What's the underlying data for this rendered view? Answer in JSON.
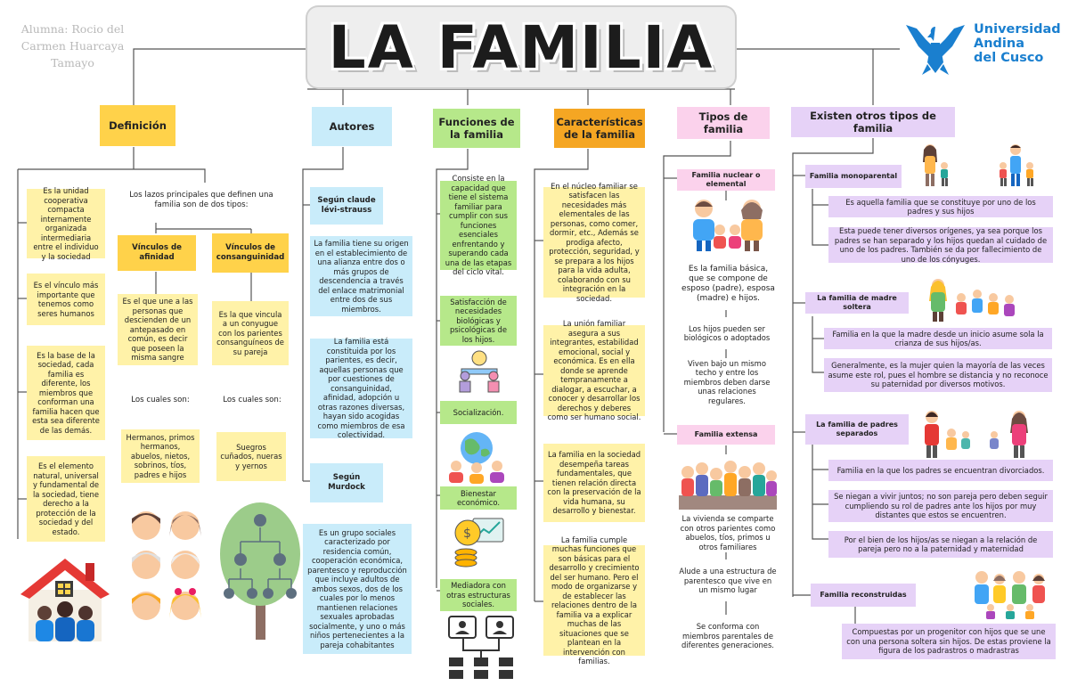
{
  "title": "LA FAMILIA",
  "author": "Alumna: Rocio del Carmen Huarcaya Tamayo",
  "university": {
    "line1": "Universidad",
    "line2": "Andina",
    "line3": "del Cusco",
    "color": "#1a7fcf"
  },
  "definicion": {
    "header": "Definición",
    "items": [
      "Es la unidad cooperativa compacta internamente organizada intermediaria entre el individuo y la sociedad",
      "Es el vínculo más importante que tenemos como seres humanos",
      "Es la base de la sociedad, cada familia es diferente, los miembros que conforman una familia hacen que esta sea diferente de las demás.",
      "Es el elemento natural, universal y fundamental de la sociedad, tiene derecho a la protección de la sociedad y del estado."
    ],
    "lazos_intro": "Los lazos principales que definen una familia son de dos tipos:",
    "afinidad": {
      "title": "Vínculos de afinidad",
      "desc": "Es el que une a las personas que descienden de un antepasado en común, es decir que poseen la misma sangre",
      "cuales": "Los cuales son:",
      "list": "Hermanos, primos hermanos, abuelos, nietos, sobrinos, tíos, padres e hijos"
    },
    "consanguinidad": {
      "title": "Vínculos de consanguinidad",
      "desc": "Es la que vincula a un conyugue con los parientes consanguíneos de su pareja",
      "cuales": "Los cuales son:",
      "list": "Suegros cuñados, nueras y yernos"
    }
  },
  "autores": {
    "header": "Autores",
    "levi": {
      "name": "Según claude lévi-strauss",
      "p1": "La familia tiene su origen en el establecimiento de una alianza entre dos o más grupos de descendencia a través del enlace matrimonial entre dos de sus miembros.",
      "p2": "La familia está constituida por los parientes, es decir, aquellas personas que por cuestiones de consanguinidad, afinidad, adopción u otras razones diversas, hayan sido acogidas como miembros de esa colectividad."
    },
    "murdock": {
      "name": "Según Murdock",
      "p1": "Es un grupo sociales caracterizado por residencia común, cooperación económica, parentesco y reproducción que incluye adultos de ambos sexos, dos de los cuales por lo menos mantienen relaciones sexuales aprobadas socialmente, y uno o más niños pertenecientes a la pareja cohabitantes"
    }
  },
  "funciones": {
    "header": "Funciones de la familia",
    "items": [
      "Consiste en la capacidad que tiene el sistema familiar para cumplir con sus funciones esenciales enfrentando y superando cada una de las etapas del ciclo vital.",
      "Satisfacción de necesidades biológicas y psicológicas de los hijos.",
      "Socialización.",
      "Bienestar económico.",
      "Mediadora con otras estructuras sociales."
    ]
  },
  "caracteristicas": {
    "header": "Características de la familia",
    "items": [
      "En el núcleo familiar se satisfacen las necesidades más elementales de las personas, como comer, dormir, etc., Además se prodiga afecto, protección, seguridad, y se prepara a los hijos para la vida adulta, colaborando con su integración en la sociedad.",
      "La unión familiar asegura a sus integrantes, estabilidad emocional, social y económica. Es en ella donde se aprende tempranamente a dialogar, a escuchar, a conocer y desarrollar los derechos y deberes como ser humano social.",
      "La familia en la sociedad desempeña tareas fundamentales, que tienen relación directa con la preservación de la vida humana, su desarrollo y bienestar.",
      "La familia cumple muchas funciones que son básicas para el desarrollo y crecimiento del ser humano. Pero el modo de organizarse y de establecer las relaciones dentro de la familia va a explicar muchas de las situaciones que se plantean en la intervención con familias."
    ]
  },
  "tipos": {
    "header": "Tipos  de familia",
    "nuclear": {
      "title": "Familia nuclear o elemental",
      "items": [
        "Es la familia básica, que se compone de esposo (padre), esposa (madre) e hijos.",
        "Los hijos pueden ser biológicos o adoptados",
        "Viven bajo un mismo techo y entre los miembros deben darse unas relaciones regulares."
      ]
    },
    "extensa": {
      "title": "Familia extensa",
      "items": [
        "La vivienda se comparte con otros parientes como abuelos, tíos, primos u otros familiares",
        "Alude a una estructura de parentesco que vive en un mismo lugar",
        "Se conforma con miembros parentales de diferentes generaciones."
      ]
    }
  },
  "otros": {
    "header": "Existen otros tipos de familia",
    "monoparental": {
      "title": "Familia monoparental",
      "items": [
        "Es aquella familia que se constituye por uno de los padres y sus hijos",
        "Esta puede tener diversos orígenes, ya sea porque los padres se han separado y los hijos quedan al cuidado de uno de los padres. También se da por fallecimiento de uno de los cónyuges."
      ]
    },
    "madre_soltera": {
      "title": "La familia de madre soltera",
      "items": [
        "Familia en la que la madre desde un inicio asume sola la crianza de sus hijos/as.",
        "Generalmente, es la mujer quien la mayoría de las veces asume este rol, pues el hombre se distancia y no reconoce su paternidad por diversos motivos."
      ]
    },
    "separados": {
      "title": "La familia de padres separados",
      "items": [
        "Familia en la que los padres se encuentran divorciados.",
        "Se niegan a vivir juntos; no son pareja pero deben seguir cumpliendo su rol de padres ante los hijos por muy distantes que estos se encuentren.",
        "Por el bien de los hijos/as se niegan a la relación de pareja pero no a la paternidad y maternidad"
      ]
    },
    "reconstruidas": {
      "title": "Familia reconstruidas",
      "items": [
        "Compuestas por un progenitor con hijos que se une con una persona soltera sin hijos. De estas proviene la figura de los padrastros o madrastras"
      ]
    }
  }
}
